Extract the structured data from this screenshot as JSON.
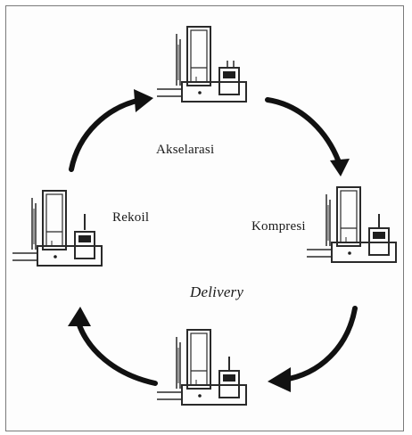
{
  "stages": {
    "top": {
      "label": "Akselarasi"
    },
    "right": {
      "label": "Kompresi"
    },
    "bottom": {
      "label": "Delivery"
    },
    "left": {
      "label": "Rekoil"
    }
  },
  "colors": {
    "line": "#2a2a2a",
    "arrow": "#111111",
    "fill_dark": "#1e1e1e",
    "fill_gray": "#9a9a9a"
  }
}
